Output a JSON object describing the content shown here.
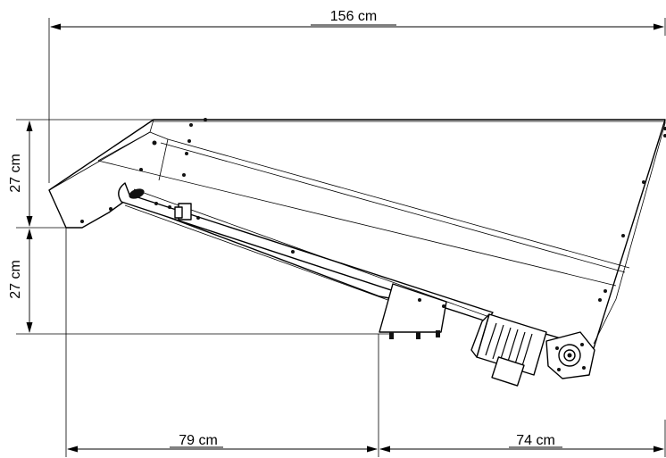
{
  "dimensions": {
    "overall_length": "156 cm",
    "upper_height": "27 cm",
    "lower_height": "27 cm",
    "left_span": "79 cm",
    "right_span": "74 cm"
  },
  "colors": {
    "line": "#000000",
    "background": "#ffffff"
  }
}
